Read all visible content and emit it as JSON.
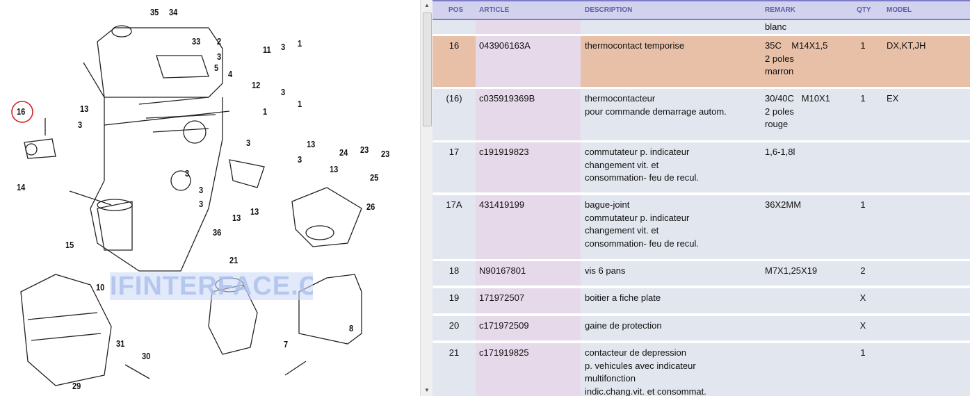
{
  "diagram": {
    "callouts": [
      "35",
      "34",
      "33",
      "2",
      "3",
      "4",
      "11",
      "3",
      "1",
      "5",
      "12",
      "3",
      "1",
      "16",
      "13",
      "3",
      "1",
      "3",
      "13",
      "3",
      "24",
      "23",
      "23",
      "14",
      "3",
      "13",
      "25",
      "26",
      "15",
      "3",
      "3",
      "13",
      "36",
      "13",
      "10",
      "21",
      "8",
      "7",
      "31",
      "30",
      "29"
    ],
    "highlighted_callout": "16",
    "watermark": "IFINTERFACE.COM"
  },
  "table": {
    "headers": {
      "pos": "POS",
      "article": "ARTICLE",
      "description": "DESCRIPTION",
      "remark": "REMARK",
      "qty": "QTY",
      "model": "MODEL"
    },
    "partial_row_remark": "blanc",
    "rows": [
      {
        "pos": "16",
        "article": "043906163A",
        "description": [
          "thermocontact temporise"
        ],
        "remark": [
          "35C    M14X1,5",
          "2 poles",
          "marron"
        ],
        "qty": "1",
        "model": "DX,KT,JH",
        "highlighted": true
      },
      {
        "pos": "(16)",
        "article": "c035919369B",
        "description": [
          "thermocontacteur",
          "pour commande demarrage autom."
        ],
        "remark": [
          "30/40C   M10X1",
          "2 poles",
          "rouge"
        ],
        "qty": "1",
        "model": "EX"
      },
      {
        "pos": "17",
        "article": "c191919823",
        "description": [
          "commutateur p. indicateur",
          "changement vit. et",
          "consommation- feu de recul."
        ],
        "remark": [
          "1,6-1,8l"
        ],
        "qty": "",
        "model": ""
      },
      {
        "pos": "17A",
        "article": "431419199",
        "description": [
          "bague-joint",
          "commutateur p. indicateur",
          "changement vit. et",
          "consommation- feu de recul."
        ],
        "remark": [
          "36X2MM"
        ],
        "qty": "1",
        "model": ""
      },
      {
        "pos": "18",
        "article": "N90167801",
        "description": [
          "vis 6 pans"
        ],
        "remark": [
          "M7X1,25X19"
        ],
        "qty": "2",
        "model": ""
      },
      {
        "pos": "19",
        "article": "171972507",
        "description": [
          "boitier a fiche plate"
        ],
        "remark": [],
        "qty": "X",
        "model": ""
      },
      {
        "pos": "20",
        "article": "c171972509",
        "description": [
          "gaine de protection"
        ],
        "remark": [],
        "qty": "X",
        "model": ""
      },
      {
        "pos": "21",
        "article": "c171919825",
        "description": [
          "contacteur de depression",
          "p. vehicules avec indicateur",
          "multifonction",
          "indic.chang.vit. et consommat."
        ],
        "remark": [],
        "qty": "1",
        "model": ""
      }
    ]
  },
  "colors": {
    "header_bg": "#d2d2ef",
    "header_text": "#5c5ca6",
    "row_bg": "#e2e6ee",
    "article_bg": "#e6d9e9",
    "highlight_bg": "#e8c0a8",
    "callout_ring": "#d62020"
  }
}
